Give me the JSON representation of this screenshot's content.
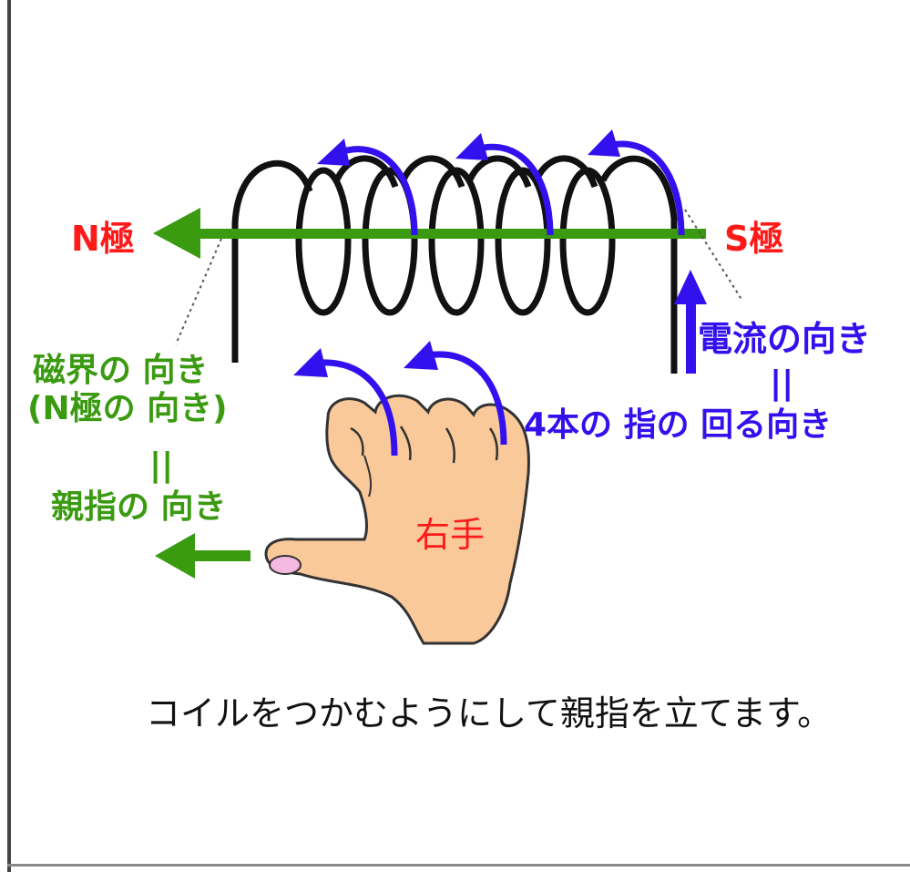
{
  "labels": {
    "n_pole": "N極",
    "s_pole": "S極",
    "current_direction": "電流の向き",
    "equals_mark": "||",
    "finger_rotation": "4本の 指の 回る向き",
    "magnetic_field_direction": "磁界の 向き",
    "n_pole_direction": "(N極の 向き)",
    "equals_mark_left": "||",
    "thumb_direction": "親指の 向き",
    "right_hand": "右手"
  },
  "caption": "コイルをつかむようにして親指を立てます。",
  "colors": {
    "pole_label": "#ff1a1a",
    "field_arrow": "#3a9a10",
    "current_arrow": "#3311ee",
    "coil": "#111111",
    "hand_skin": "#f9c99a",
    "hand_outline": "#333333",
    "nail": "#f5b8e0"
  }
}
